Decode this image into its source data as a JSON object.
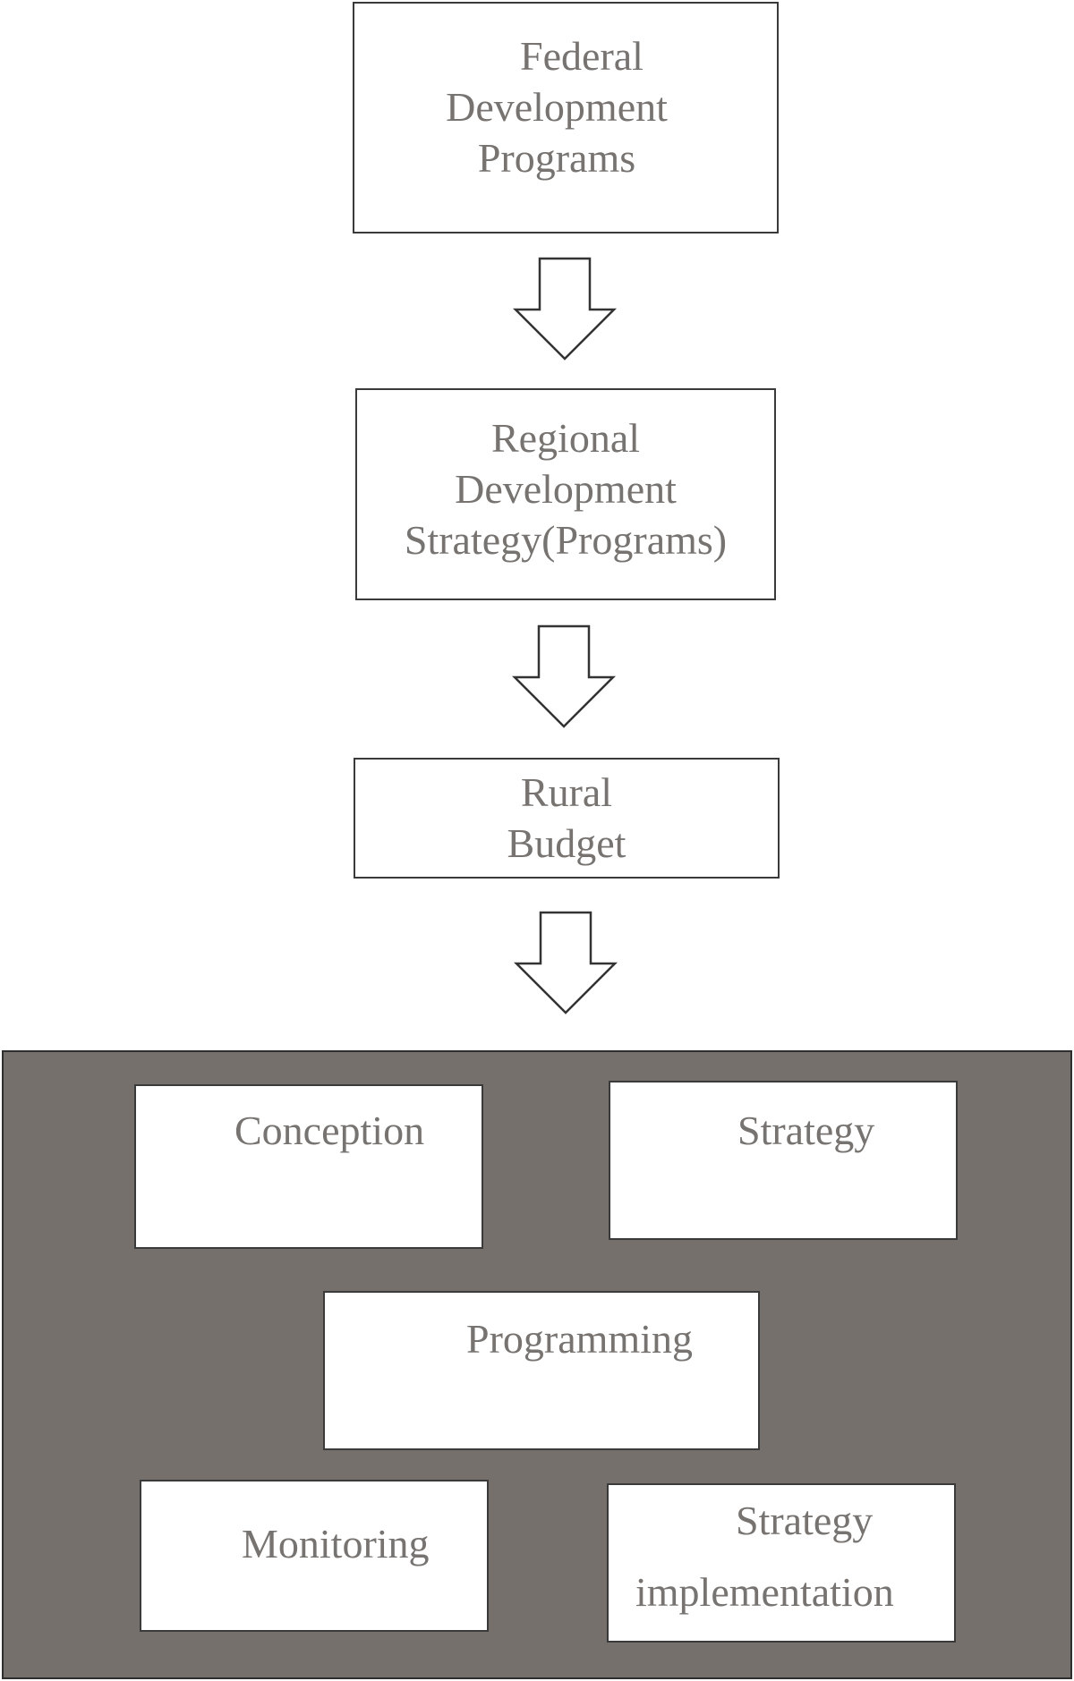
{
  "flow": {
    "federal": {
      "lines": [
        "Federal",
        "Development",
        "Programs"
      ]
    },
    "regional": {
      "lines": [
        "Regional",
        "Development",
        "Strategy(Programs)"
      ]
    },
    "rural": {
      "lines": [
        "Rural",
        "Budget"
      ]
    }
  },
  "stages": {
    "conception": "Conception",
    "strategy": "Strategy",
    "programming": "Programming",
    "monitoring": "Monitoring",
    "implementation": {
      "lines": [
        "Strategy",
        "implementation"
      ]
    }
  },
  "colors": {
    "panel": "#75706c",
    "text": "#777370",
    "border": "#3a3a3a"
  }
}
